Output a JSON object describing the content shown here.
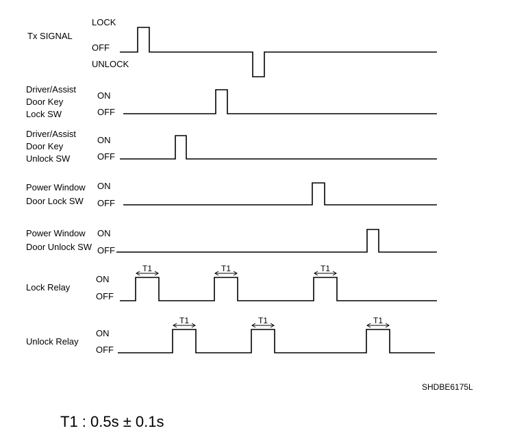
{
  "signals": [
    {
      "label_lines": [
        "Tx SIGNAL"
      ],
      "states": {
        "high": "LOCK",
        "base": "OFF",
        "low": "UNLOCK"
      },
      "pulses": [
        {
          "dir": "up"
        },
        {
          "dir": "down"
        }
      ]
    },
    {
      "label_lines": [
        "Driver/Assist",
        "Door Key",
        "Lock SW"
      ],
      "states": {
        "high": "ON",
        "base": "OFF"
      },
      "pulses": [
        {
          "dir": "up"
        }
      ]
    },
    {
      "label_lines": [
        "Driver/Assist",
        "Door Key",
        "Unlock SW"
      ],
      "states": {
        "high": "ON",
        "base": "OFF"
      },
      "pulses": [
        {
          "dir": "up"
        }
      ]
    },
    {
      "label_lines": [
        "Power Window",
        "Door Lock SW"
      ],
      "states": {
        "high": "ON",
        "base": "OFF"
      },
      "pulses": [
        {
          "dir": "up"
        }
      ]
    },
    {
      "label_lines": [
        "Power Window",
        "Door Unlock SW"
      ],
      "states": {
        "high": "ON",
        "base": "OFF"
      },
      "pulses": [
        {
          "dir": "up"
        }
      ]
    },
    {
      "label_lines": [
        "Lock Relay"
      ],
      "states": {
        "high": "ON",
        "base": "OFF"
      },
      "pulses": [
        {
          "dir": "up",
          "mark": "T1"
        },
        {
          "dir": "up",
          "mark": "T1"
        },
        {
          "dir": "up",
          "mark": "T1"
        }
      ]
    },
    {
      "label_lines": [
        "Unlock Relay"
      ],
      "states": {
        "high": "ON",
        "base": "OFF"
      },
      "pulses": [
        {
          "dir": "up",
          "mark": "T1"
        },
        {
          "dir": "up",
          "mark": "T1"
        },
        {
          "dir": "up",
          "mark": "T1"
        }
      ]
    }
  ],
  "figure_code": "SHDBE6175L",
  "formula": "T1 : 0.5s ± 0.1s"
}
